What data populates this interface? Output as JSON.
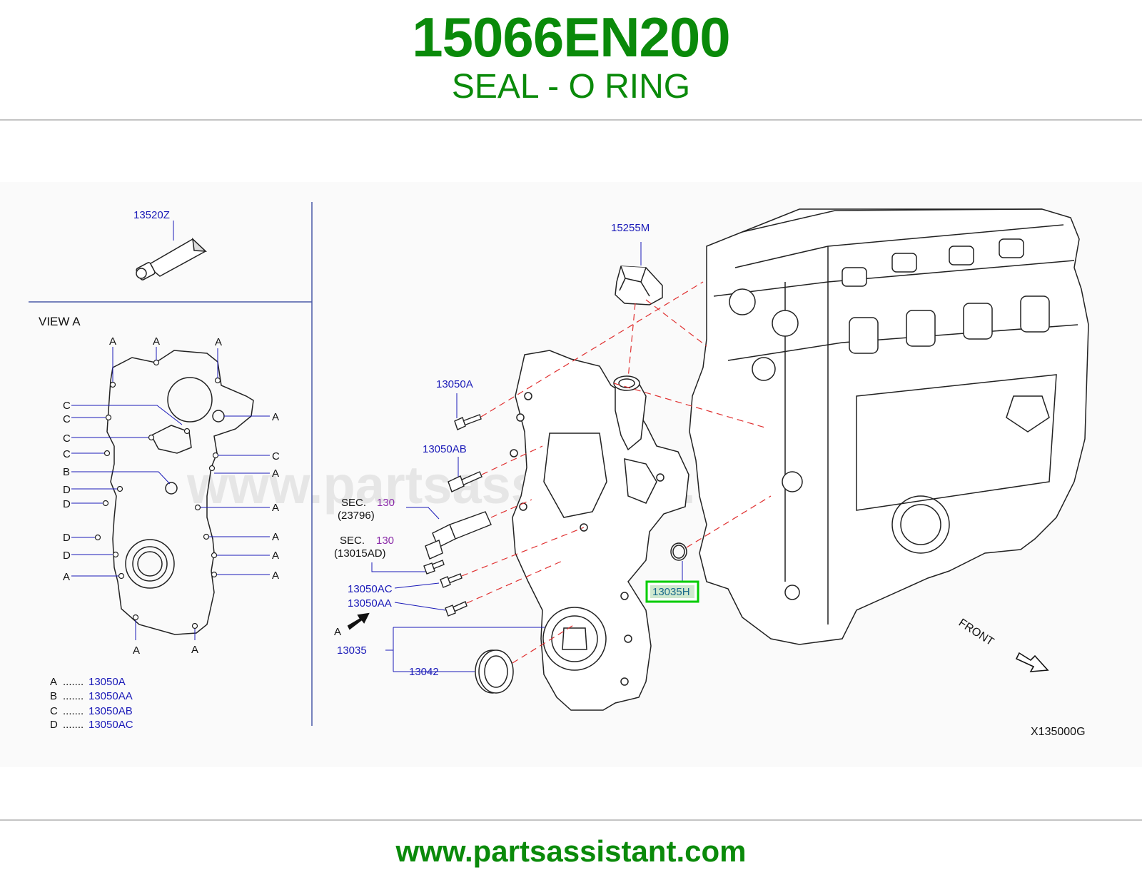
{
  "header": {
    "part_number": "15066EN200",
    "part_name": "SEAL - O RING"
  },
  "watermark": "www.partsassistant.com",
  "footer": {
    "url": "www.partsassistant.com"
  },
  "diagram": {
    "view_title": "VIEW  A",
    "figure_code": "X135000G",
    "front_label": "FRONT",
    "arrow_a_label": "A",
    "callouts": {
      "c13520Z": "13520Z",
      "c15255M": "15255M",
      "c13050A": "13050A",
      "c13050AB": "13050AB",
      "sec1_prefix": "SEC.",
      "sec1_num": "130",
      "sec1_ref": "(23796)",
      "sec2_prefix": "SEC.",
      "sec2_num": "130",
      "sec2_ref": "(13015AD)",
      "c13050AC": "13050AC",
      "c13050AA": "13050AA",
      "c13035": "13035",
      "c13042": "13042",
      "c13035H": "13035H"
    },
    "view_a_markers": {
      "top1": "A",
      "top2": "A",
      "top3": "A",
      "l1": "C",
      "l2": "C",
      "l3": "C",
      "l4": "C",
      "l5": "B",
      "l6": "D",
      "l7": "D",
      "l8": "D",
      "l9": "D",
      "l10": "A",
      "r1": "A",
      "r2": "C",
      "r3": "A",
      "r4": "A",
      "r5": "A",
      "r6": "A",
      "r7": "A",
      "b1": "A",
      "b2": "A"
    },
    "legend": [
      {
        "key": "A",
        "dots": ".......",
        "part": "13050A"
      },
      {
        "key": "B",
        "dots": ".......",
        "part": "13050AA"
      },
      {
        "key": "C",
        "dots": ".......",
        "part": "13050AB"
      },
      {
        "key": "D",
        "dots": ".......",
        "part": "13050AC"
      }
    ]
  },
  "colors": {
    "brand_green": "#0a8a0a",
    "callout_blue": "#1a1ab8",
    "section_purple": "#8a2aa8",
    "highlight_green": "#00cc00",
    "leader_red": "#e03030"
  }
}
